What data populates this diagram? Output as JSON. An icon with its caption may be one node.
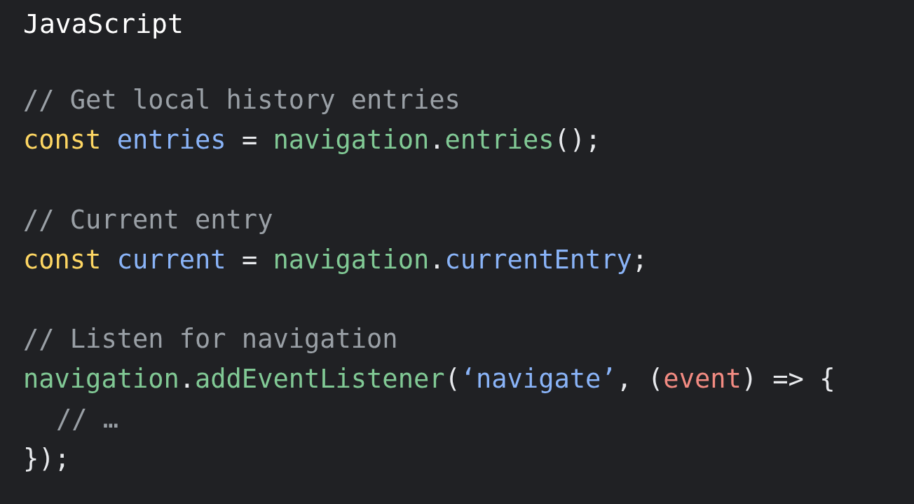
{
  "diagram": {
    "title": "JavaScript",
    "labels": [
      "// Get local history entries",
      "const entries = navigation.entries();",
      "// Current entry",
      "const current = navigation.currentEntry;",
      "// Listen for navigation",
      "navigation.addEventListener(‘navigate’, (event) => {",
      "// …",
      "});"
    ]
  }
}
